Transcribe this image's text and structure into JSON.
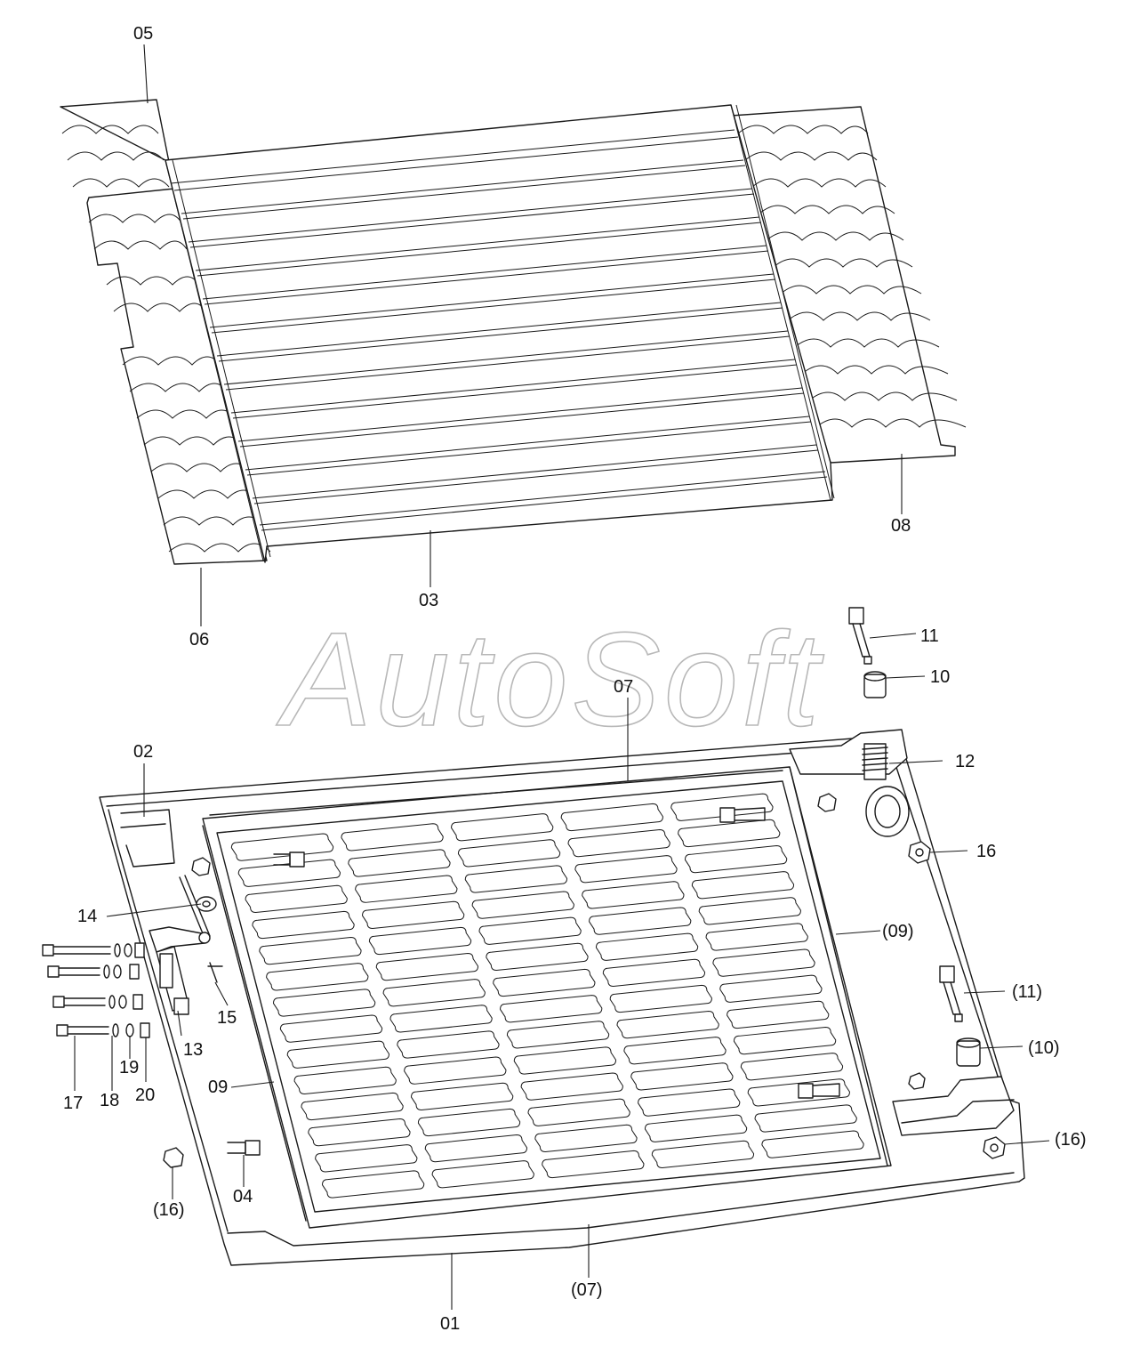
{
  "watermark": "AutoSoft",
  "colors": {
    "line": "#1a1a1a",
    "watermark": "#b8b8b8",
    "background": "#ffffff"
  },
  "labels": {
    "p05": "05",
    "p08": "08",
    "p03": "03",
    "p06": "06",
    "p11": "11",
    "p10": "10",
    "p07_top": "07",
    "p12": "12",
    "p02": "02",
    "p16_right": "16",
    "p14": "14",
    "p09_right": "(09)",
    "p15": "15",
    "p11_paren": "(11)",
    "p13": "13",
    "p10_paren": "(10)",
    "p17": "17",
    "p18": "18",
    "p19": "19",
    "p20": "20",
    "p09_left": "09",
    "p16_paren_right": "(16)",
    "p04": "04",
    "p16_paren_left": "(16)",
    "p07_paren": "(07)",
    "p01": "01"
  }
}
